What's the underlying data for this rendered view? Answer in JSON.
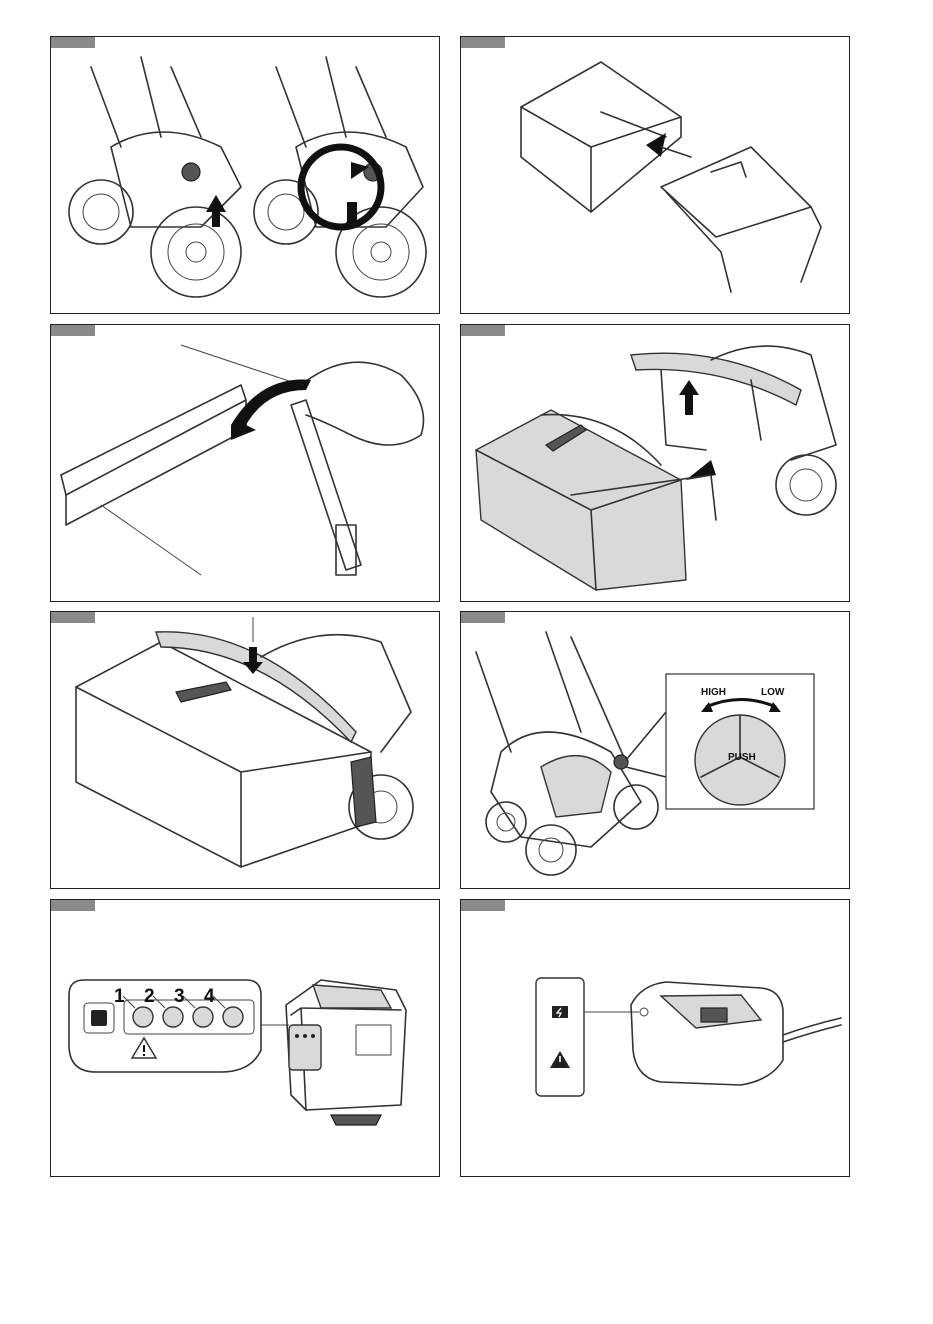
{
  "figure_6": {
    "knob_labels": {
      "high": "HIGH",
      "low": "LOW",
      "push": "PUSH"
    }
  },
  "figure_7": {
    "led_numbers": [
      "1",
      "2",
      "3",
      "4"
    ]
  },
  "colors": {
    "frame": "#222222",
    "tab": "#8a8a8a",
    "bag_fill": "#d9d9d9"
  },
  "icons": [
    "warning-triangle-icon",
    "battery-charging-icon",
    "power-button-icon"
  ]
}
